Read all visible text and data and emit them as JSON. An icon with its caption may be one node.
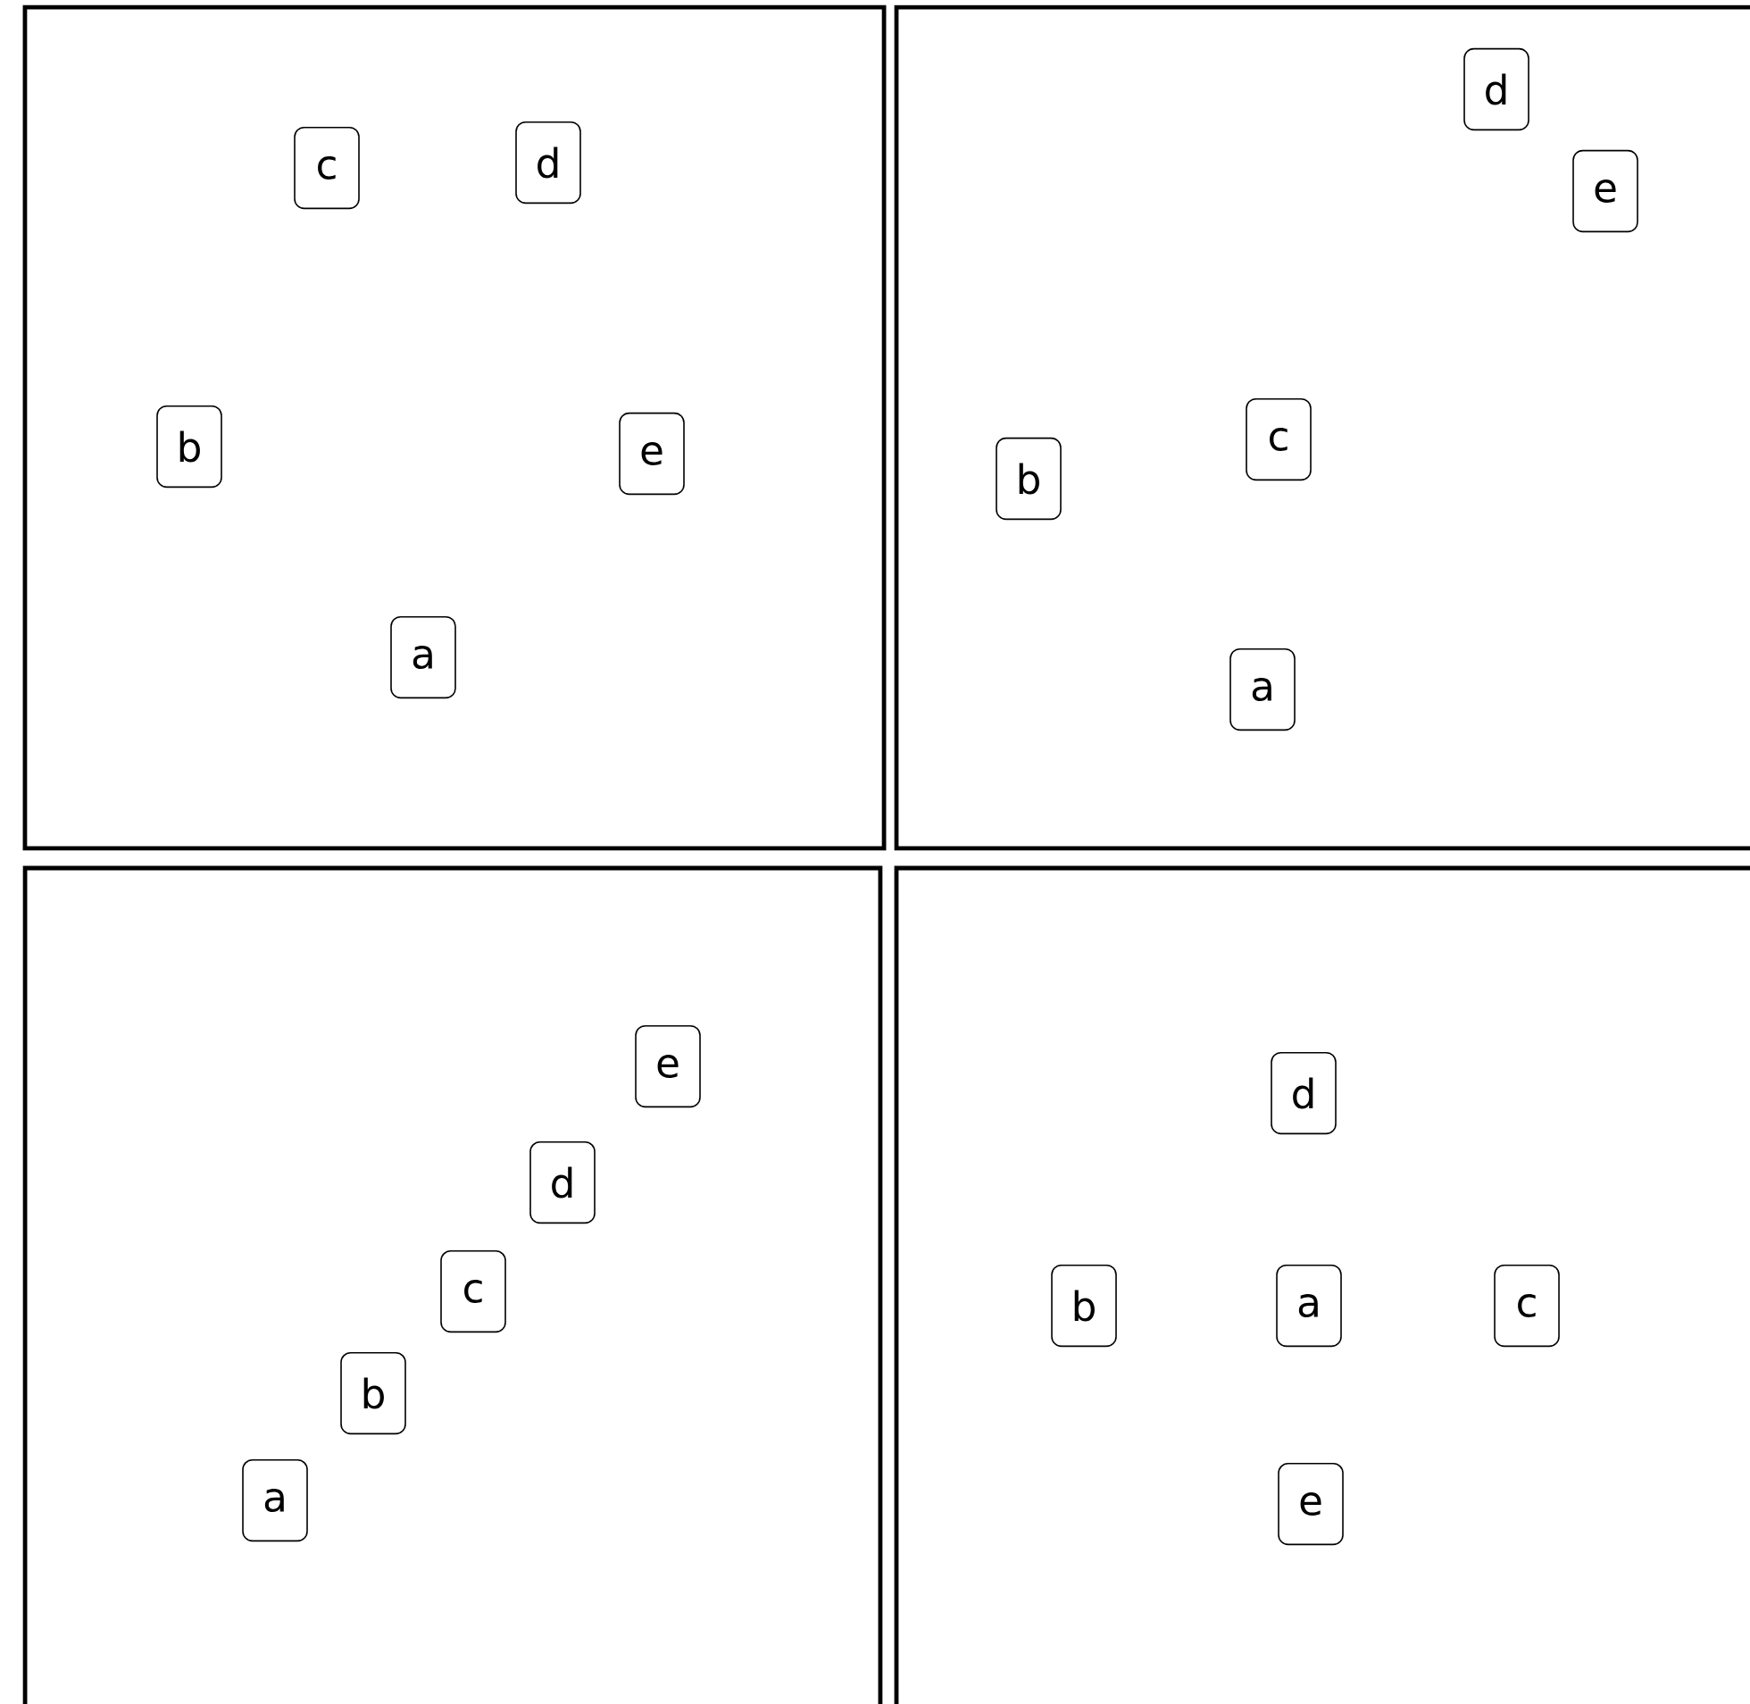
{
  "diagram": {
    "nodes": [
      {
        "text": [],
        "shape": "box"
      },
      {
        "text": [
          "c"
        ],
        "in": 0
      },
      {
        "text": [
          "d"
        ],
        "in": 0
      },
      {
        "text": [
          "b"
        ],
        "in": 0
      },
      {
        "text": [
          "e"
        ],
        "in": 0
      },
      {
        "text": [
          "a"
        ],
        "in": 0
      },
      {
        "text": [],
        "shape": "box"
      },
      {
        "text": [
          "d"
        ],
        "in": 6
      },
      {
        "text": [
          "e"
        ],
        "in": 6
      },
      {
        "text": [
          "c"
        ],
        "in": 6
      },
      {
        "text": [
          "b"
        ],
        "in": 6
      },
      {
        "text": [
          "a"
        ],
        "in": 6
      },
      {
        "text": [],
        "shape": "box"
      },
      {
        "text": [
          "e"
        ],
        "in": 12
      },
      {
        "text": [
          "d"
        ],
        "in": 12
      },
      {
        "text": [
          "c"
        ],
        "in": 12
      },
      {
        "text": [
          "b"
        ],
        "in": 12
      },
      {
        "text": [
          "a"
        ],
        "in": 12
      },
      {
        "text": [],
        "shape": "box"
      },
      {
        "text": [
          "d"
        ],
        "in": 18
      },
      {
        "text": [
          "b"
        ],
        "in": 18
      },
      {
        "text": [
          "a"
        ],
        "in": 18
      },
      {
        "text": [
          "c"
        ],
        "in": 18
      },
      {
        "text": [
          "e"
        ],
        "in": 18
      }
    ]
  }
}
